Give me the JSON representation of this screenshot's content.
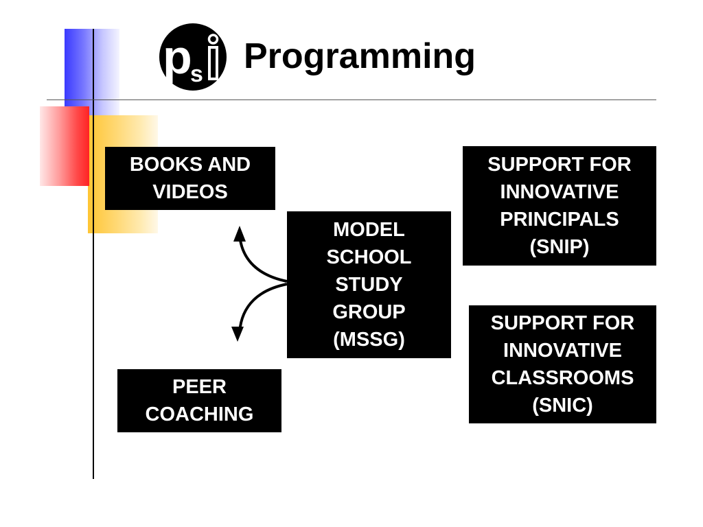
{
  "slide": {
    "title": "Programming",
    "logo_text": {
      "p": "p",
      "s": "s",
      "i": "i"
    }
  },
  "boxes": {
    "books": [
      "BOOKS AND",
      "VIDEOS"
    ],
    "mssg": [
      "MODEL",
      "SCHOOL",
      "STUDY",
      "GROUP",
      "(MSSG)"
    ],
    "snip": [
      "SUPPORT FOR",
      "INNOVATIVE",
      "PRINCIPALS",
      "(SNIP)"
    ],
    "snic": [
      "SUPPORT FOR",
      "INNOVATIVE",
      "CLASSROOMS",
      "(SNIC)"
    ],
    "peer": [
      "PEER",
      "COACHING"
    ]
  }
}
